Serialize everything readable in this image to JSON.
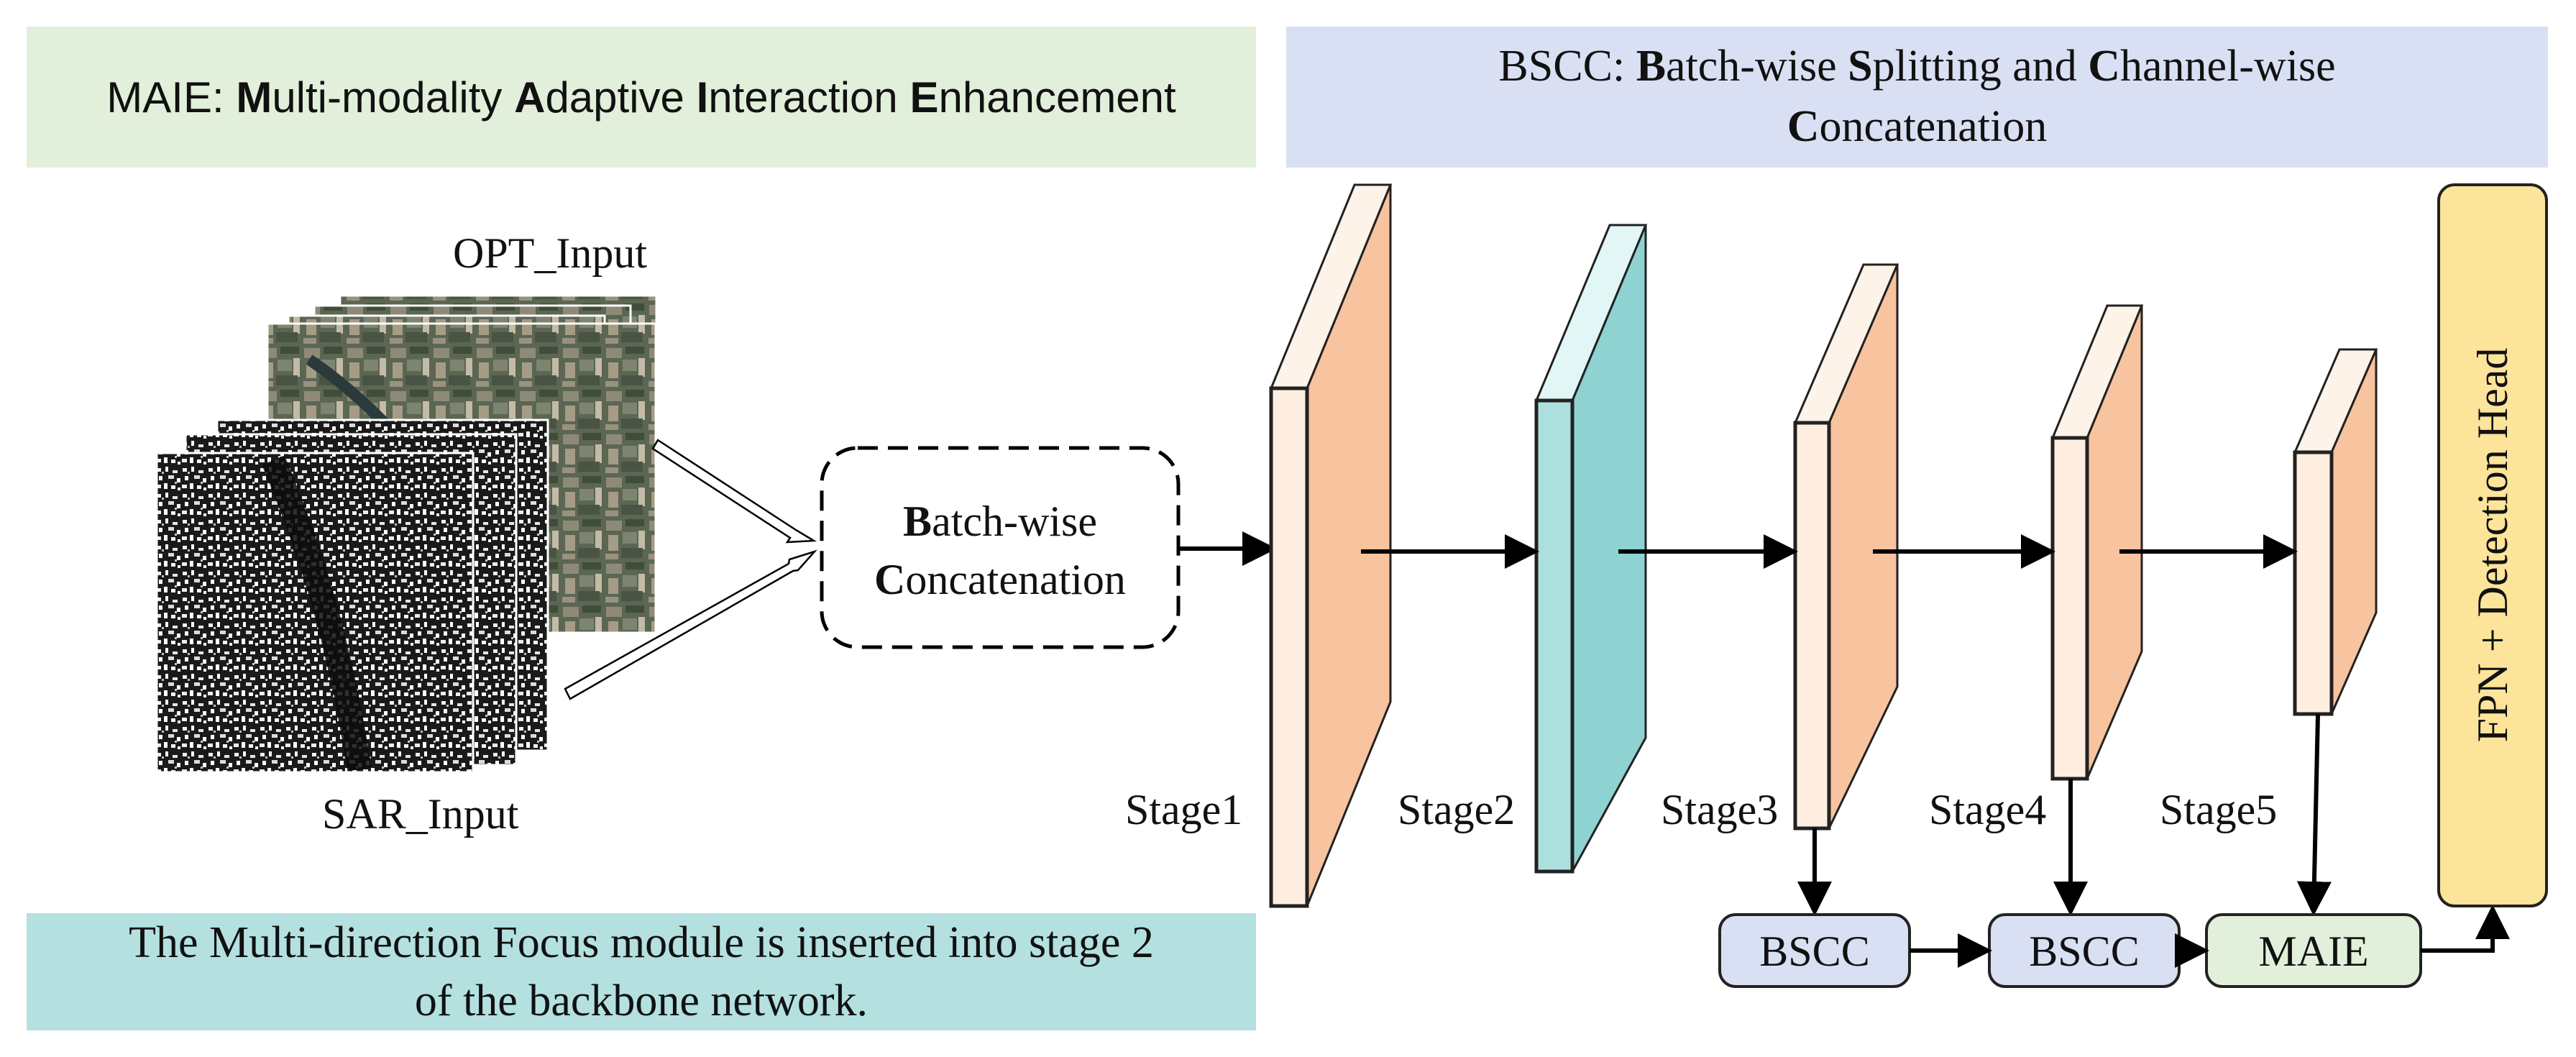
{
  "legend": {
    "maie": {
      "abbr": "MAIE",
      "sep": ": ",
      "w1b": "M",
      "w1": "ulti-modality ",
      "w2b": "A",
      "w2": "daptive ",
      "w3b": "I",
      "w3": "nteraction ",
      "w4b": "E",
      "w4": "nhancement"
    },
    "bscc": {
      "abbr": "BSCC",
      "sep": ": ",
      "w1b": "B",
      "w1": "atch-wise ",
      "w2b": "S",
      "w2": "plitting and ",
      "w3b": "C",
      "w3": "hannel-wise",
      "w4b": "C",
      "w4": "oncatenation"
    },
    "note": {
      "line1": "The Multi-direction Focus module is inserted into stage 2",
      "line2": "of the backbone network."
    }
  },
  "inputs": {
    "opt_label": "OPT_Input",
    "sar_label": "SAR_Input"
  },
  "concat_box": {
    "l1b": "B",
    "l1": "atch-wise",
    "l2b": "C",
    "l2": "oncatenation"
  },
  "stages": [
    "Stage1",
    "Stage2",
    "Stage3",
    "Stage4",
    "Stage5"
  ],
  "modules": [
    "BSCC",
    "BSCC",
    "MAIE"
  ],
  "head": "FPN + Detection Head",
  "colors": {
    "maie_bg": "#e2efda",
    "bscc_bg": "#dae0f3",
    "note_bg": "#b4e0e0",
    "stage_front": "#fdeee0",
    "stage_side": "#f8c39f",
    "stage2_front": "#aedfdf",
    "stage2_side": "#8ed2d2",
    "module_bscc": "#dae0f3",
    "module_maie": "#e2efda",
    "head_bg": "#fce49a"
  }
}
